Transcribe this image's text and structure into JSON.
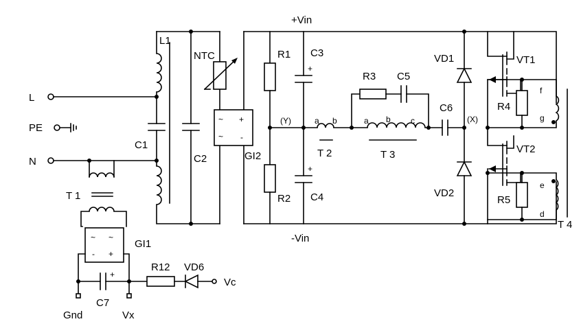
{
  "schematic": {
    "rails": {
      "pos": "+Vin",
      "neg": "-Vin"
    },
    "inputs": {
      "line": "L",
      "earth": "PE",
      "neutral": "N"
    },
    "components": {
      "L1": "L1",
      "NTC": "NTC",
      "C1": "C1",
      "C2": "C2",
      "GI2": "GI2",
      "R1": "R1",
      "R2": "R2",
      "C3": "C3",
      "C4": "C4",
      "T2": "T 2",
      "T3": "T 3",
      "R3": "R3",
      "C5": "C5",
      "C6": "C6",
      "VD1": "VD1",
      "VD2": "VD2",
      "VT1": "VT1",
      "VT2": "VT2",
      "R4": "R4",
      "R5": "R5",
      "T4": "T 4",
      "T1": "T 1",
      "GI1": "GI1",
      "C7": "C7",
      "R12": "R12",
      "VD6": "VD6"
    },
    "outputs": {
      "gnd": "Gnd",
      "vx": "Vx",
      "vc": "Vc"
    },
    "node_marks": {
      "y": "(Y)",
      "x": "(X)"
    },
    "winding_marks": {
      "a": "a",
      "b": "b",
      "c": "c",
      "d": "d",
      "e": "e",
      "f": "f",
      "g": "g"
    },
    "polarity": {
      "plus": "+",
      "minus": "-",
      "tilde": "~",
      "plus_minus": "+ -"
    }
  }
}
